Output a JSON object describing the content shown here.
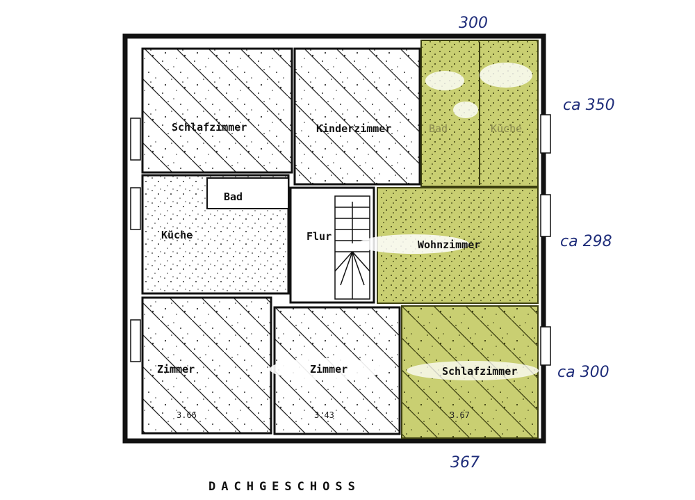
{
  "title": "DACHGESCHOSS",
  "highlight_color": "#c9cf72",
  "rooms": {
    "left": {
      "schlafzimmer": "Schlafzimmer",
      "kinderzimmer": "Kinderzimmer",
      "bad": "Bad",
      "kueche": "Küche",
      "flur": "Flur",
      "zimmer_a": "Zimmer",
      "zimmer_b": "Zimmer"
    },
    "right": {
      "bad": "Bad",
      "kueche": "Küche",
      "wohnzimmer": "Wohnzimmer",
      "schlafzimmer": "Schlafzimmer"
    }
  },
  "plan_dimensions": {
    "zimmer_a_width": "3.66",
    "zimmer_b_width": "3.43",
    "schlafzimmer_right_width": "3.67"
  },
  "handwritten_annotations": {
    "top_width": "300",
    "row1_depth": "ca 350",
    "row2_depth": "ca 298",
    "row3_depth": "ca 300",
    "bottom_width": "367"
  }
}
